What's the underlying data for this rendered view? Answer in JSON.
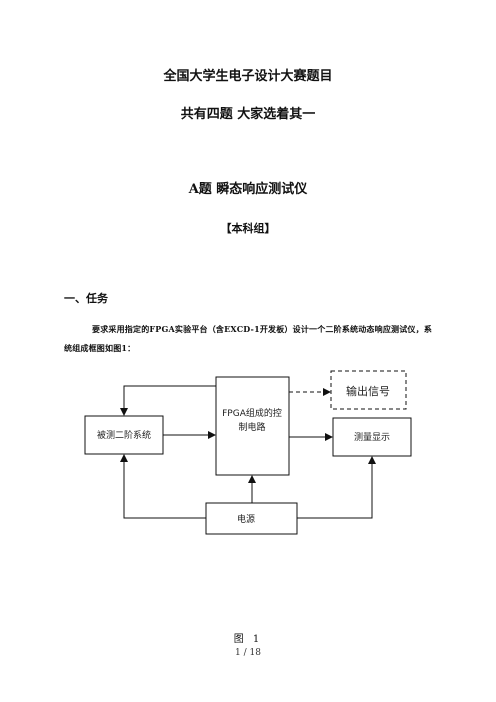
{
  "title_line1": "全国大学生电子设计大赛题目",
  "title_line2": "共有四题 大家选着其一",
  "problem_title": "A题 瞬态响应测试仪",
  "group": "【本科组】",
  "section_heading": "一、任务",
  "task_text": "要求采用指定的FPGA实验平台（含EXCD-1开发板）设计一个二阶系统动态响应测试仪，系统组成框图如图1：",
  "diagram": {
    "fpga_label_line1": "FPGA组成的控",
    "fpga_label_line2": "制电路",
    "output_label": "输出信号",
    "dut_label": "被测二阶系统",
    "display_label": "测量显示",
    "power_label": "电源"
  },
  "figure_caption": "图 1",
  "page_number": "1 / 18"
}
